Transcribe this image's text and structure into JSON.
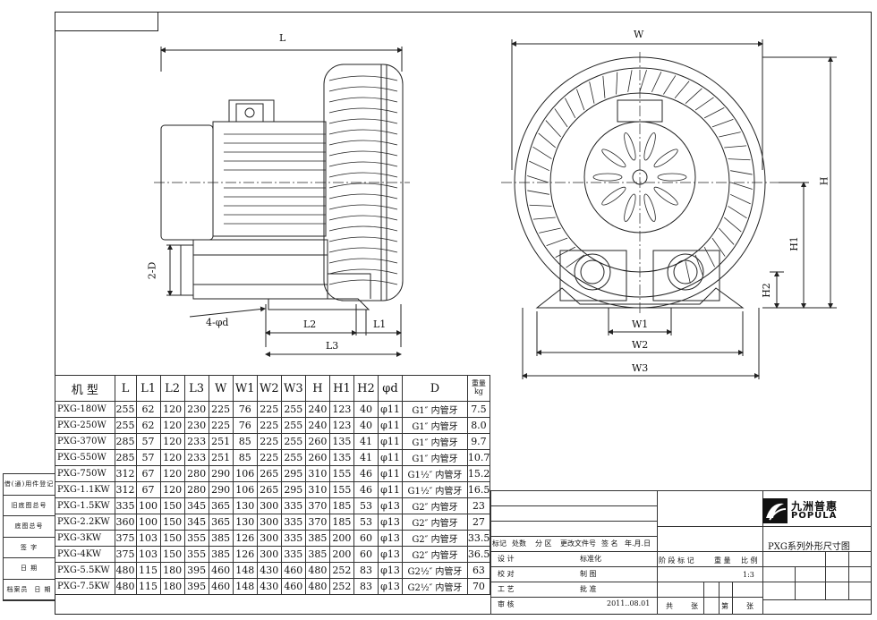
{
  "drawing": {
    "dims": {
      "L": "L",
      "W": "W",
      "H": "H",
      "H1": "H1",
      "H2": "H2",
      "L1": "L1",
      "L2": "L2",
      "L3": "L3",
      "W1": "W1",
      "W2": "W2",
      "W3": "W3",
      "D2": "2-D",
      "bolt": "4-φd"
    }
  },
  "spec_table": {
    "headers": [
      "机 型",
      "L",
      "L1",
      "L2",
      "L3",
      "W",
      "W1",
      "W2",
      "W3",
      "H",
      "H1",
      "H2",
      "φd",
      "D",
      "重量\nkg"
    ],
    "rows": [
      [
        "PXG-180W",
        "255",
        "62",
        "120",
        "230",
        "225",
        "76",
        "225",
        "255",
        "240",
        "123",
        "40",
        "φ11",
        "G1″ 内管牙",
        "7.5"
      ],
      [
        "PXG-250W",
        "255",
        "62",
        "120",
        "230",
        "225",
        "76",
        "225",
        "255",
        "240",
        "123",
        "40",
        "φ11",
        "G1″ 内管牙",
        "8.0"
      ],
      [
        "PXG-370W",
        "285",
        "57",
        "120",
        "233",
        "251",
        "85",
        "225",
        "255",
        "260",
        "135",
        "41",
        "φ11",
        "G1″ 内管牙",
        "9.7"
      ],
      [
        "PXG-550W",
        "285",
        "57",
        "120",
        "233",
        "251",
        "85",
        "225",
        "255",
        "260",
        "135",
        "41",
        "φ11",
        "G1″ 内管牙",
        "10.7"
      ],
      [
        "PXG-750W",
        "312",
        "67",
        "120",
        "280",
        "290",
        "106",
        "265",
        "295",
        "310",
        "155",
        "46",
        "φ11",
        "G1½″ 内管牙",
        "15.2"
      ],
      [
        "PXG-1.1KW",
        "312",
        "67",
        "120",
        "280",
        "290",
        "106",
        "265",
        "295",
        "310",
        "155",
        "46",
        "φ11",
        "G1½″ 内管牙",
        "16.5"
      ],
      [
        "PXG-1.5KW",
        "335",
        "100",
        "150",
        "345",
        "365",
        "130",
        "300",
        "335",
        "370",
        "185",
        "53",
        "φ13",
        "G2″ 内管牙",
        "23"
      ],
      [
        "PXG-2.2KW",
        "360",
        "100",
        "150",
        "345",
        "365",
        "130",
        "300",
        "335",
        "370",
        "185",
        "53",
        "φ13",
        "G2″ 内管牙",
        "27"
      ],
      [
        "PXG-3KW",
        "375",
        "103",
        "150",
        "355",
        "385",
        "126",
        "300",
        "335",
        "385",
        "200",
        "60",
        "φ13",
        "G2″ 内管牙",
        "33.5"
      ],
      [
        "PXG-4KW",
        "375",
        "103",
        "150",
        "355",
        "385",
        "126",
        "300",
        "335",
        "385",
        "200",
        "60",
        "φ13",
        "G2″ 内管牙",
        "36.5"
      ],
      [
        "PXG-5.5KW",
        "480",
        "115",
        "180",
        "395",
        "460",
        "148",
        "430",
        "460",
        "480",
        "252",
        "83",
        "φ13",
        "G2½″ 内管牙",
        "63"
      ],
      [
        "PXG-7.5KW",
        "480",
        "115",
        "180",
        "395",
        "460",
        "148",
        "430",
        "460",
        "480",
        "252",
        "83",
        "φ13",
        "G2½″ 内管牙",
        "70"
      ]
    ]
  },
  "side_block": [
    "借(通)用件登记",
    "旧底图总号",
    "底图总号",
    "签 字",
    "日 期",
    "档案员",
    "日 期"
  ],
  "title_block": {
    "company_cn": "九洲普惠",
    "company_en": "POPULA",
    "drawing_title": "PXG系列外形尺寸图",
    "revision_headers": [
      "标记",
      "处数",
      "分 区",
      "更改文件号",
      "签 名",
      "年.月.日"
    ],
    "roles": [
      "设 计",
      "校 对",
      "工 艺",
      "审 核"
    ],
    "roles2": [
      "标准化",
      "制 图",
      "批 准"
    ],
    "date": "2011..08.01",
    "stage_headers": [
      "阶 段 标 记",
      "重 量",
      "比 例"
    ],
    "scale": "1:3",
    "sheet_total": "共",
    "sheet_label": "张",
    "sheet_no": "第",
    "sheet_label2": "张"
  }
}
